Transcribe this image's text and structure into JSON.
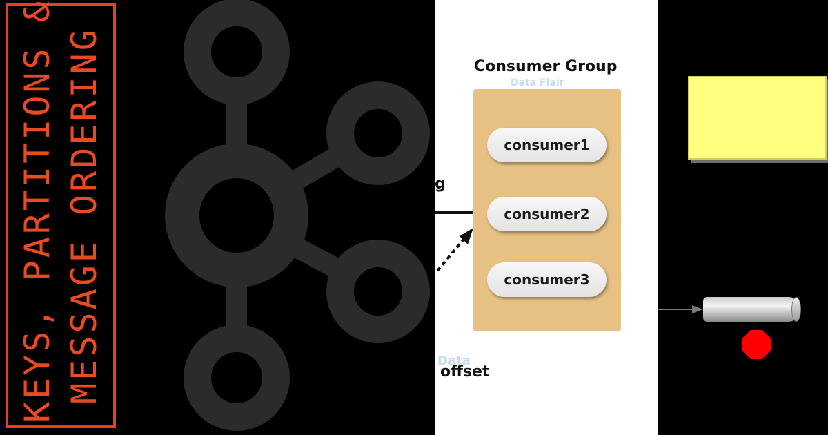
{
  "title_panel": {
    "line1": "KEYS, PARTITIONS &",
    "line2": "MESSAGE ORDERING",
    "accent_color": "#e8401c"
  },
  "logo_panel": {
    "icon": "kafka-logo-icon",
    "color": "#2b2b2b"
  },
  "diagram_panel": {
    "group_label": "Consumer Group",
    "consumers": [
      "consumer1",
      "consumer2",
      "consumer3"
    ],
    "partial_label": "g",
    "offset_label": "offset",
    "watermark_top": "Data Flair",
    "watermark_bottom": "Data",
    "group_color": "#e7c084"
  },
  "right_panel": {
    "box_color": "#ffff80",
    "dot_color": "#ff0000"
  }
}
